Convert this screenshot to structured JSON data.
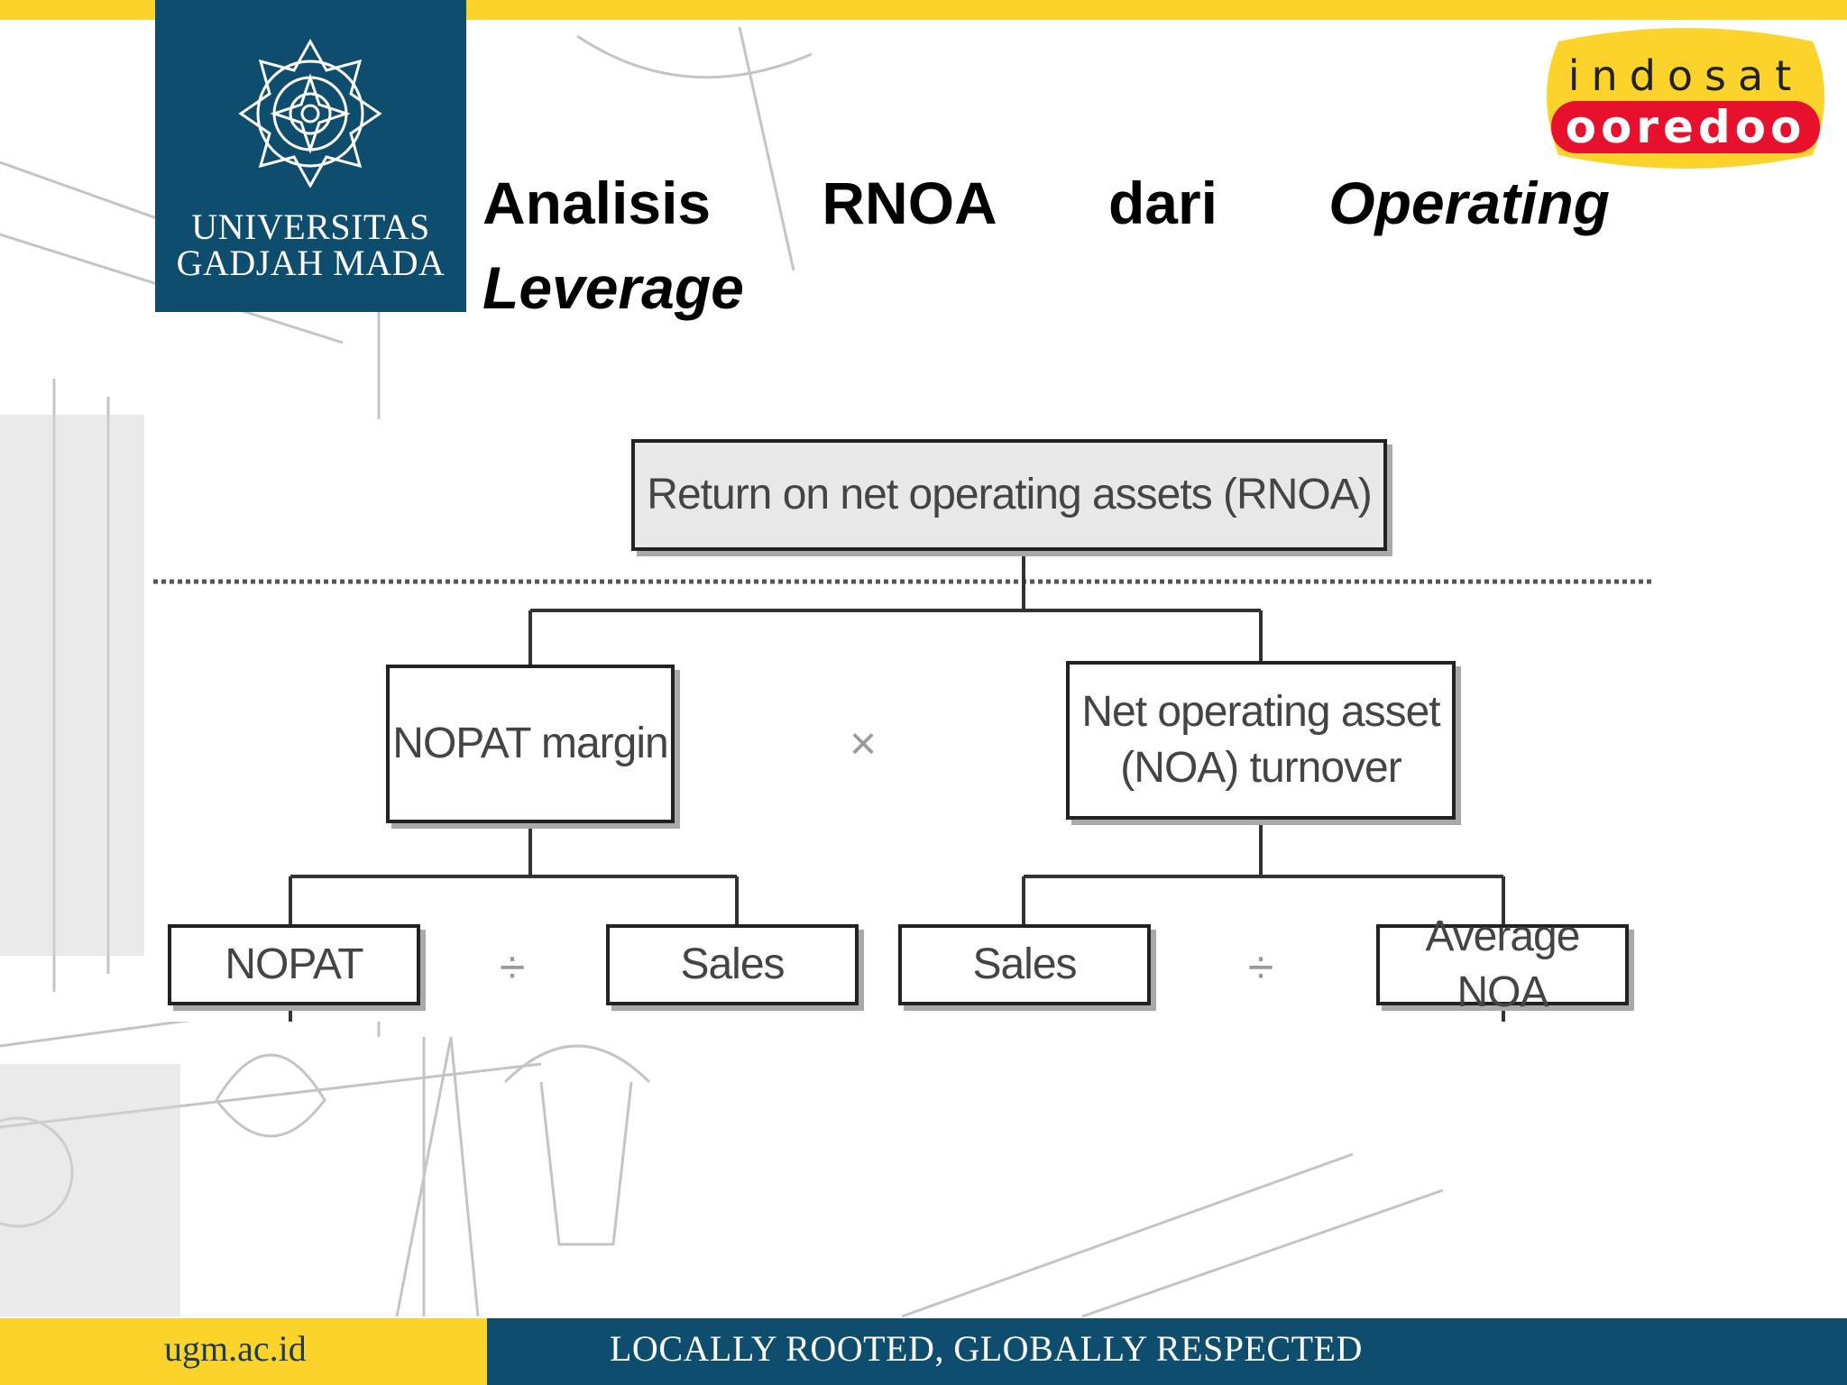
{
  "header": {
    "university_line1": "UNIVERSITAS",
    "university_line2": "GADJAH MADA",
    "partner_logo_word1": "indosat",
    "partner_logo_word2": "ooredoo"
  },
  "title": {
    "w1": "Analisis",
    "w2": "RNOA",
    "w3": "dari",
    "w4": "Operating",
    "w5": "Leverage"
  },
  "diagram": {
    "root": "Return on net operating assets (RNOA)",
    "nopat_margin": "NOPAT margin",
    "noa_turnover_line1": "Net operating asset",
    "noa_turnover_line2": "(NOA) turnover",
    "multiply_symbol": "×",
    "nopat": "NOPAT",
    "sales_left": "Sales",
    "sales_right": "Sales",
    "average_noa": "Average NOA",
    "divide_symbol": "÷"
  },
  "footer": {
    "url": "ugm.ac.id",
    "slogan": "LOCALLY ROOTED, GLOBALLY RESPECTED"
  },
  "colors": {
    "accent_yellow": "#fcd32a",
    "navy": "#0f4d6e",
    "logo_red": "#e8112d"
  },
  "icons": [
    "ugm-emblem-icon",
    "indosat-ooredoo-logo"
  ]
}
